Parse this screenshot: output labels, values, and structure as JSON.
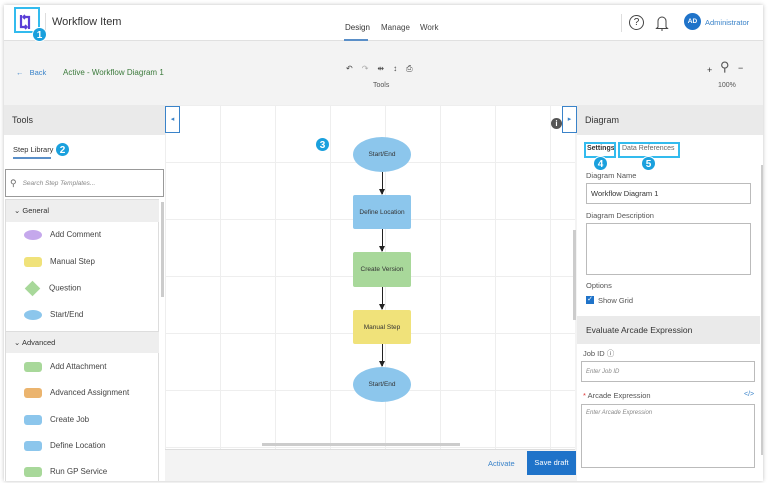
{
  "header": {
    "title": "Workflow Item",
    "nav": [
      "Design",
      "Manage",
      "Work"
    ],
    "active_nav": "Design",
    "avatar_initials": "AD",
    "user": "Administrator",
    "help_icon": "question-circle-icon",
    "bell_icon": "bell-icon",
    "logo_icon": "workflow-logo-icon"
  },
  "toolbar": {
    "back": "Back",
    "status_title": "Active - Workflow Diagram 1",
    "tools_label": "Tools",
    "tool_icons": [
      "undo-icon",
      "redo-icon",
      "align-horizontal-icon",
      "align-vertical-icon",
      "print-icon"
    ],
    "zoom_in": "+",
    "zoom_out": "−",
    "zoom_level": "100%"
  },
  "left_panel": {
    "title": "Tools",
    "tab": "Step Library",
    "search_placeholder": "Search Step Templates...",
    "groups": [
      {
        "name": "General",
        "items": [
          {
            "label": "Add Comment",
            "color": "#c5a8ec",
            "shape": "ellipse"
          },
          {
            "label": "Manual Step",
            "color": "#f0e27a",
            "shape": "rect"
          },
          {
            "label": "Question",
            "color": "#a8d89a",
            "shape": "diamond"
          },
          {
            "label": "Start/End",
            "color": "#8cc6ec",
            "shape": "ellipse"
          }
        ]
      },
      {
        "name": "Advanced",
        "items": [
          {
            "label": "Add Attachment",
            "color": "#a8d89a",
            "shape": "rect"
          },
          {
            "label": "Advanced Assignment",
            "color": "#ebb46e",
            "shape": "rect"
          },
          {
            "label": "Create Job",
            "color": "#8cc6ec",
            "shape": "rect"
          },
          {
            "label": "Define Location",
            "color": "#8cc6ec",
            "shape": "rect"
          },
          {
            "label": "Run GP Service",
            "color": "#a8d89a",
            "shape": "rect"
          }
        ]
      }
    ]
  },
  "diagram": {
    "nodes": [
      {
        "label": "Start/End",
        "color": "#8cc6ec"
      },
      {
        "label": "Define Location",
        "color": "#8cc6ec"
      },
      {
        "label": "Create Version",
        "color": "#a8d89a"
      },
      {
        "label": "Manual Step",
        "color": "#f0e27a"
      },
      {
        "label": "Start/End",
        "color": "#8cc6ec"
      }
    ]
  },
  "footer": {
    "activate": "Activate",
    "save_draft": "Save draft"
  },
  "right_panel": {
    "title": "Diagram",
    "tabs": [
      "Settings",
      "Data References"
    ],
    "name_label": "Diagram Name",
    "name_value": "Workflow Diagram 1",
    "desc_label": "Diagram Description",
    "desc_value": "",
    "options_label": "Options",
    "show_grid": "Show Grid",
    "show_grid_checked": true,
    "arcade_title": "Evaluate Arcade Expression",
    "job_id_label": "Job ID",
    "job_id_placeholder": "Enter Job ID",
    "arcade_label": "Arcade Expression",
    "arcade_placeholder": "Enter Arcade Expression"
  },
  "badges": [
    "1",
    "2",
    "3",
    "4",
    "5"
  ],
  "accent": "#1f73c9",
  "badge_color": "#1aa0dd"
}
